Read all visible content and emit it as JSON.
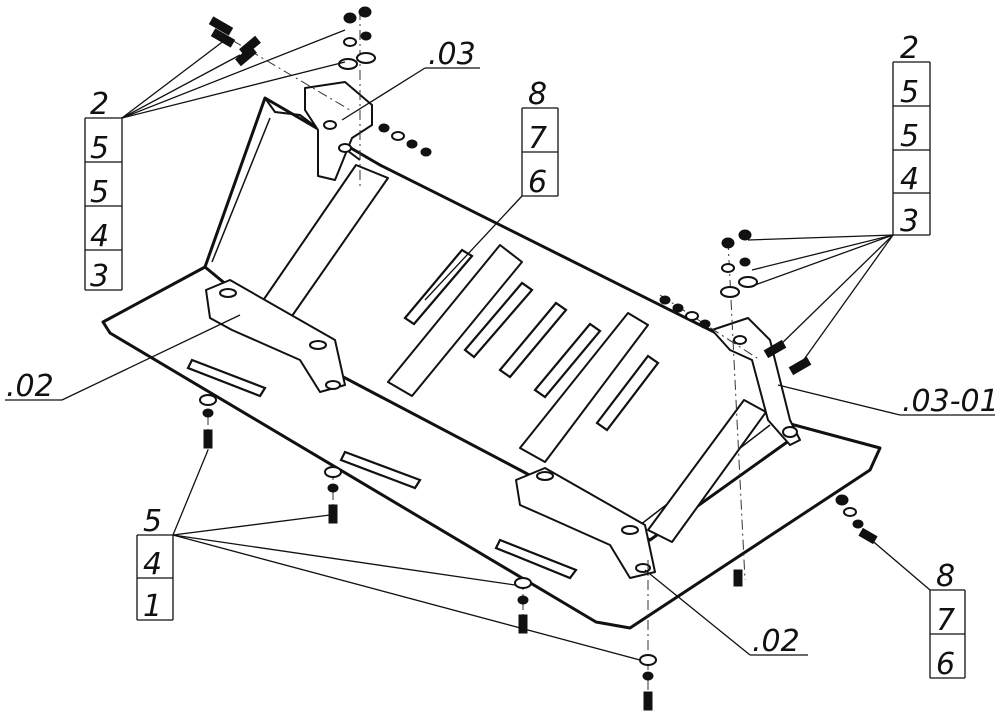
{
  "callouts": {
    "left_top": [
      "2",
      "5",
      "5",
      "4",
      "3"
    ],
    "mid_top": [
      "8",
      "7",
      "6"
    ],
    "right_top": [
      "2",
      "5",
      "5",
      "4",
      "3"
    ],
    "bottom_left": [
      "5",
      "4",
      "1"
    ],
    "bottom_right": [
      "8",
      "7",
      "6"
    ]
  },
  "labels": {
    "top_bracket": ".03",
    "left_support": ".02",
    "right_bracket": ".03-01",
    "bottom_support": ".02"
  }
}
